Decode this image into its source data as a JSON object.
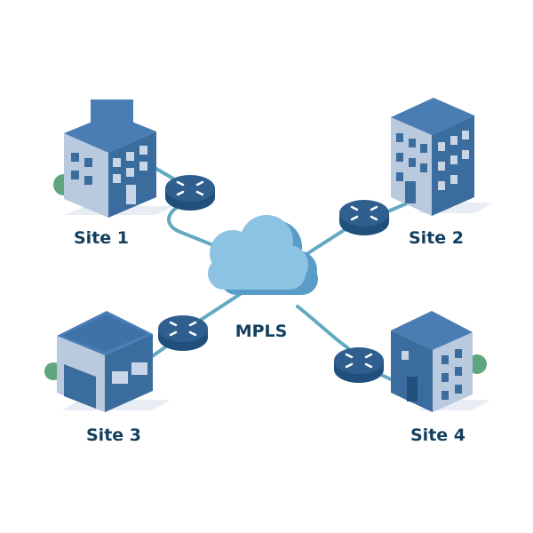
{
  "diagram": {
    "cloud_label": "MPLS",
    "sites": [
      {
        "label": "Site 1"
      },
      {
        "label": "Site 2"
      },
      {
        "label": "Site 3"
      },
      {
        "label": "Site 4"
      }
    ],
    "colors": {
      "label": "#133f5e",
      "link": "#62a9c2",
      "router": "#2f5f8f",
      "cloud": "#8cc2e2",
      "building_roof": "#4a7db3",
      "building_front": "#b9c9de",
      "building_side": "#3b6c9e",
      "tree": "#5fa57e"
    }
  }
}
